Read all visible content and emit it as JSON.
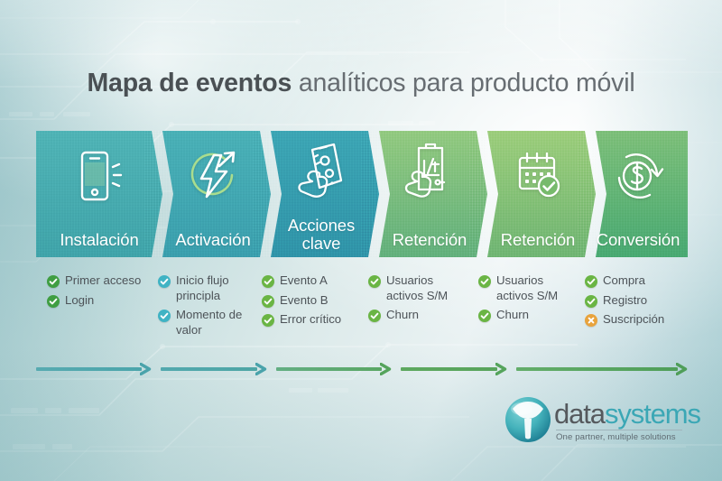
{
  "title": {
    "bold": "Mapa de eventos",
    "rest": " analíticos para producto móvil"
  },
  "colors": {
    "band1_top": "#4fb3b5",
    "band1_bottom": "#3fa3a9",
    "band2_top": "#49b0b6",
    "band2_bottom": "#3a9ead",
    "band3_top": "#3ca5b4",
    "band3_bottom": "#2f93a8",
    "band4_top": "#92c97f",
    "band4_bottom": "#62b07c",
    "band5_top": "#9ccd7b",
    "band5_bottom": "#6fb573",
    "band6_top": "#7dbf79",
    "band6_bottom": "#48a972",
    "check_dark_green": "#3f9e42",
    "check_teal": "#3fb3c4",
    "check_light_green": "#6ab544",
    "cross_orange": "#e8a33d",
    "arrow_teal": "#4aa3ab",
    "arrow_green": "#5aa65f",
    "logo_teal": "#3ba7b5",
    "logo_gray": "#55595d"
  },
  "stages": [
    {
      "label": "Instalación",
      "label2": "",
      "icon": "phone-icon"
    },
    {
      "label": "Activación",
      "label2": "",
      "icon": "lightning-circle-icon"
    },
    {
      "label": "Acciones",
      "label2": "clave",
      "icon": "hand-tap-phone-icon"
    },
    {
      "label": "Retención",
      "label2": "",
      "icon": "clipboard-hand-icon"
    },
    {
      "label": "Retención",
      "label2": "",
      "icon": "calendar-check-icon"
    },
    {
      "label": "Conversión",
      "label2": "",
      "icon": "dollar-refresh-icon"
    }
  ],
  "bullet_columns": [
    {
      "items": [
        {
          "text": "Primer acceso",
          "mark": "check",
          "color": "check_dark_green"
        },
        {
          "text": "Login",
          "mark": "check",
          "color": "check_dark_green"
        }
      ]
    },
    {
      "items": [
        {
          "text": "Inicio flujo principla",
          "mark": "check",
          "color": "check_teal"
        },
        {
          "text": "Momento de valor",
          "mark": "check",
          "color": "check_teal"
        }
      ]
    },
    {
      "items": [
        {
          "text": "Evento A",
          "mark": "check",
          "color": "check_light_green"
        },
        {
          "text": "Evento B",
          "mark": "check",
          "color": "check_light_green"
        },
        {
          "text": "Error crítico",
          "mark": "check",
          "color": "check_light_green"
        }
      ]
    },
    {
      "items": [
        {
          "text": "Usuarios activos S/M",
          "mark": "check",
          "color": "check_light_green"
        },
        {
          "text": "Churn",
          "mark": "check",
          "color": "check_light_green"
        }
      ]
    },
    {
      "items": [
        {
          "text": "Usuarios activos S/M",
          "mark": "check",
          "color": "check_light_green"
        },
        {
          "text": "Churn",
          "mark": "check",
          "color": "check_light_green"
        }
      ]
    },
    {
      "items": [
        {
          "text": "Compra",
          "mark": "check",
          "color": "check_light_green"
        },
        {
          "text": "Registro",
          "mark": "check",
          "color": "check_light_green"
        },
        {
          "text": "Suscripción",
          "mark": "cross",
          "color": "cross_orange"
        }
      ]
    }
  ],
  "arrows": {
    "count": 5
  },
  "logo": {
    "name_first": "data",
    "name_second": "systems",
    "tagline": "One partner, multiple solutions"
  }
}
